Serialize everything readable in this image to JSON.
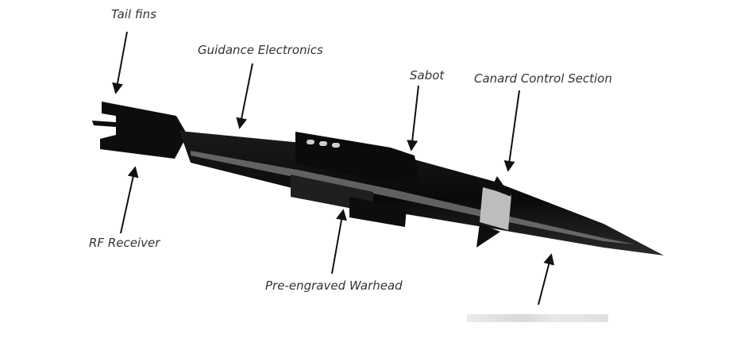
{
  "labels": {
    "tail_fins": "Tail fins",
    "guidance_electronics": "Guidance Electronics",
    "sabot": "Sabot",
    "canard_control_section": "Canard Control Section",
    "rf_receiver": "RF Receiver",
    "pre_engraved_warhead": "Pre-engraved Warhead"
  },
  "colors": {
    "body": "#0d0d0d",
    "highlight": "#9a9a9a",
    "band": "#bdbdbd",
    "label_text": "#333333",
    "arrow": "#111111"
  }
}
